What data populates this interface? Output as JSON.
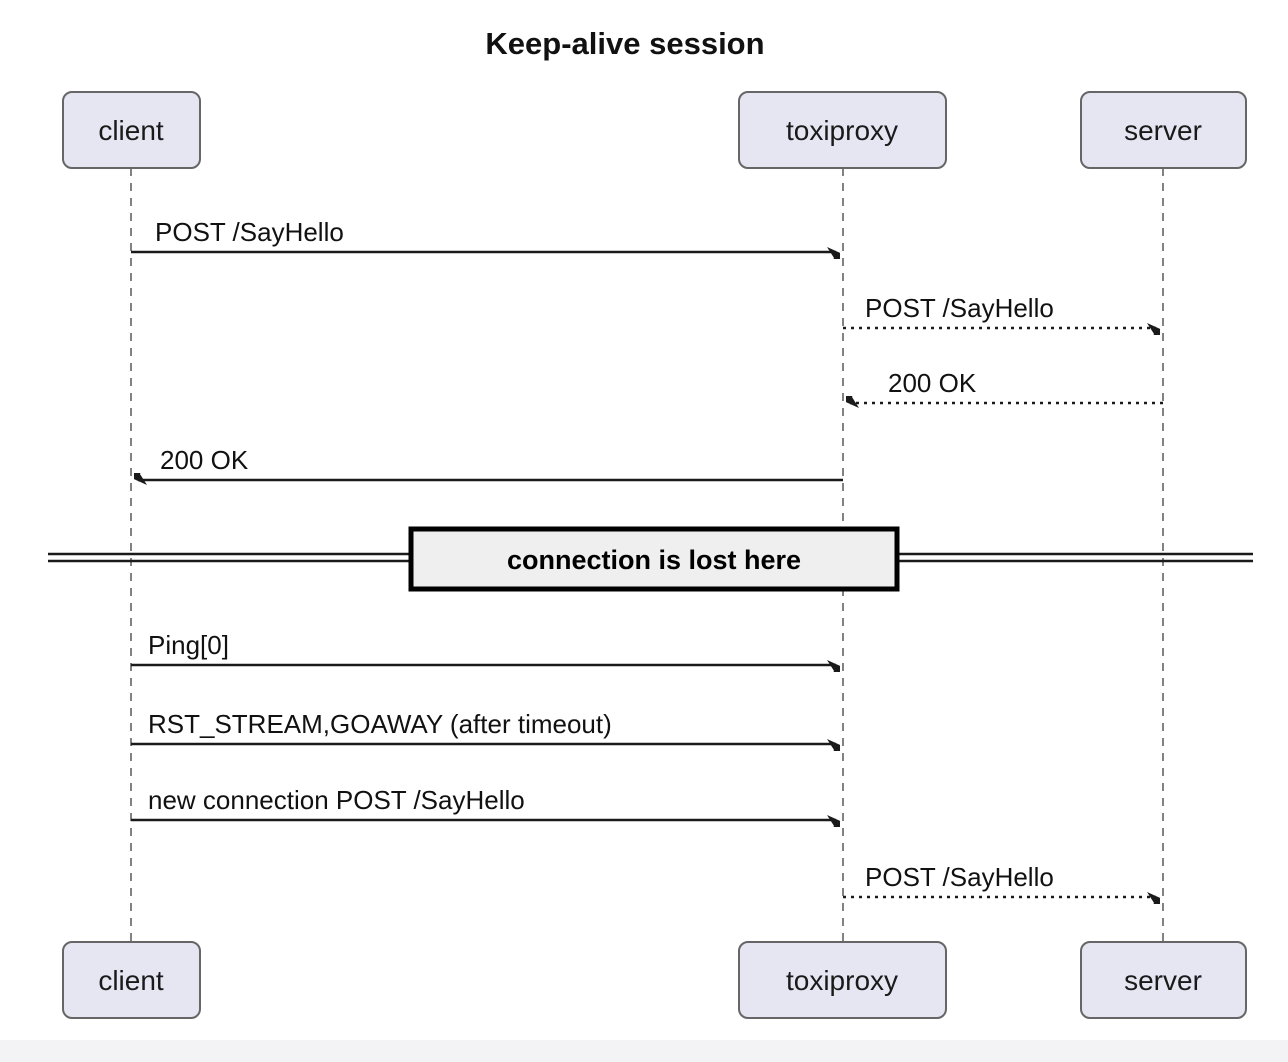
{
  "diagram": {
    "type": "sequence-diagram",
    "title": "Keep-alive session",
    "actors": [
      {
        "id": "client",
        "label": "client"
      },
      {
        "id": "toxiproxy",
        "label": "toxiproxy"
      },
      {
        "id": "server",
        "label": "server"
      }
    ],
    "flow": [
      {
        "type": "message",
        "from": "client",
        "to": "toxiproxy",
        "label": "POST /SayHello",
        "line": "solid",
        "direction": "right"
      },
      {
        "type": "message",
        "from": "toxiproxy",
        "to": "server",
        "label": "POST /SayHello",
        "line": "dotted",
        "direction": "right"
      },
      {
        "type": "message",
        "from": "server",
        "to": "toxiproxy",
        "label": "200 OK",
        "line": "dotted",
        "direction": "left"
      },
      {
        "type": "message",
        "from": "toxiproxy",
        "to": "client",
        "label": "200 OK",
        "line": "solid",
        "direction": "left"
      },
      {
        "type": "divider",
        "label": "connection is lost here"
      },
      {
        "type": "message",
        "from": "client",
        "to": "toxiproxy",
        "label": "Ping[0]",
        "line": "solid",
        "direction": "right"
      },
      {
        "type": "message",
        "from": "client",
        "to": "toxiproxy",
        "label": "RST_STREAM,GOAWAY (after timeout)",
        "line": "solid",
        "direction": "right"
      },
      {
        "type": "message",
        "from": "client",
        "to": "toxiproxy",
        "label": "new connection POST /SayHello",
        "line": "solid",
        "direction": "right"
      },
      {
        "type": "message",
        "from": "toxiproxy",
        "to": "server",
        "label": "POST /SayHello",
        "line": "dotted",
        "direction": "right"
      }
    ],
    "colors": {
      "background": "#ffffff",
      "actor_fill": "#e6e6f3",
      "actor_border": "#666666",
      "lifeline": "#828282",
      "message_line": "#1a1a1a",
      "divider_box_fill": "#efefef",
      "divider_box_border": "#000000",
      "footer_band": "#f3f3f5",
      "text": "#111111"
    }
  }
}
